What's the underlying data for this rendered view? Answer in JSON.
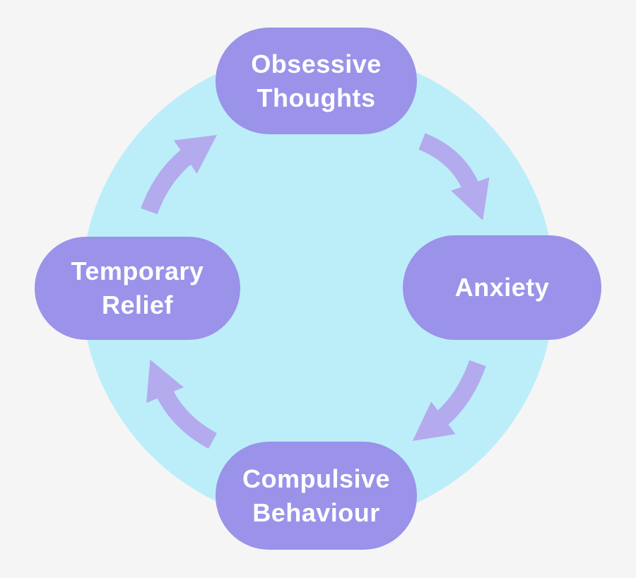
{
  "colors": {
    "background": "#f6f5f6",
    "circle": "#bceef9",
    "node_fill": "#9a93e9",
    "node_text": "#ffffff",
    "arrow": "#b3abee"
  },
  "diagram": {
    "type": "cycle",
    "nodes": [
      {
        "id": "obsessive-thoughts",
        "label": "Obsessive Thoughts",
        "position": "top"
      },
      {
        "id": "anxiety",
        "label": "Anxiety",
        "position": "right"
      },
      {
        "id": "compulsive-behaviour",
        "label": "Compulsive Behaviour",
        "position": "bottom"
      },
      {
        "id": "temporary-relief",
        "label": "Temporary Relief",
        "position": "left"
      }
    ],
    "edges": [
      {
        "from": "obsessive-thoughts",
        "to": "anxiety"
      },
      {
        "from": "anxiety",
        "to": "compulsive-behaviour"
      },
      {
        "from": "compulsive-behaviour",
        "to": "temporary-relief"
      },
      {
        "from": "temporary-relief",
        "to": "obsessive-thoughts"
      }
    ]
  }
}
